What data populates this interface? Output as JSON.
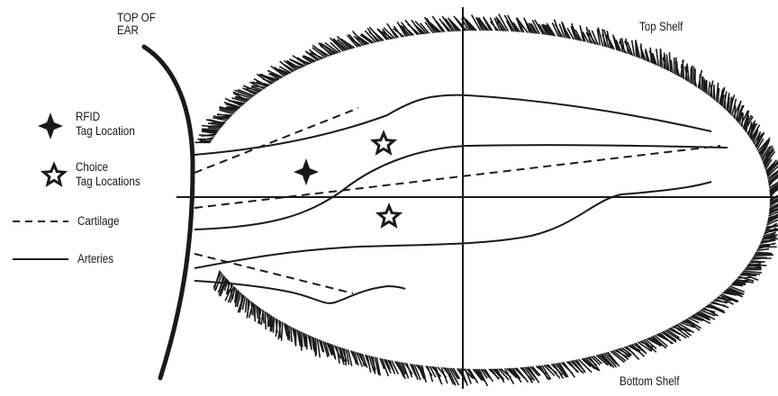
{
  "labels": {
    "top_of_ear_line1": "TOP OF",
    "top_of_ear_line2": "EAR",
    "top_shelf": "Top Shelf",
    "bottom_shelf": "Bottom Shelf"
  },
  "legend": {
    "rfid_line1": "RFID",
    "rfid_line2": "Tag Location",
    "choice_line1": "Choice",
    "choice_line2": "Tag Locations",
    "cartilage": "Cartilage",
    "arteries": "Arteries"
  },
  "icons": {
    "rfid_marker": "four-point-star-filled",
    "choice_marker": "five-point-star-outline"
  },
  "colors": {
    "ink": "#1a1a1a",
    "background": "#ffffff"
  }
}
